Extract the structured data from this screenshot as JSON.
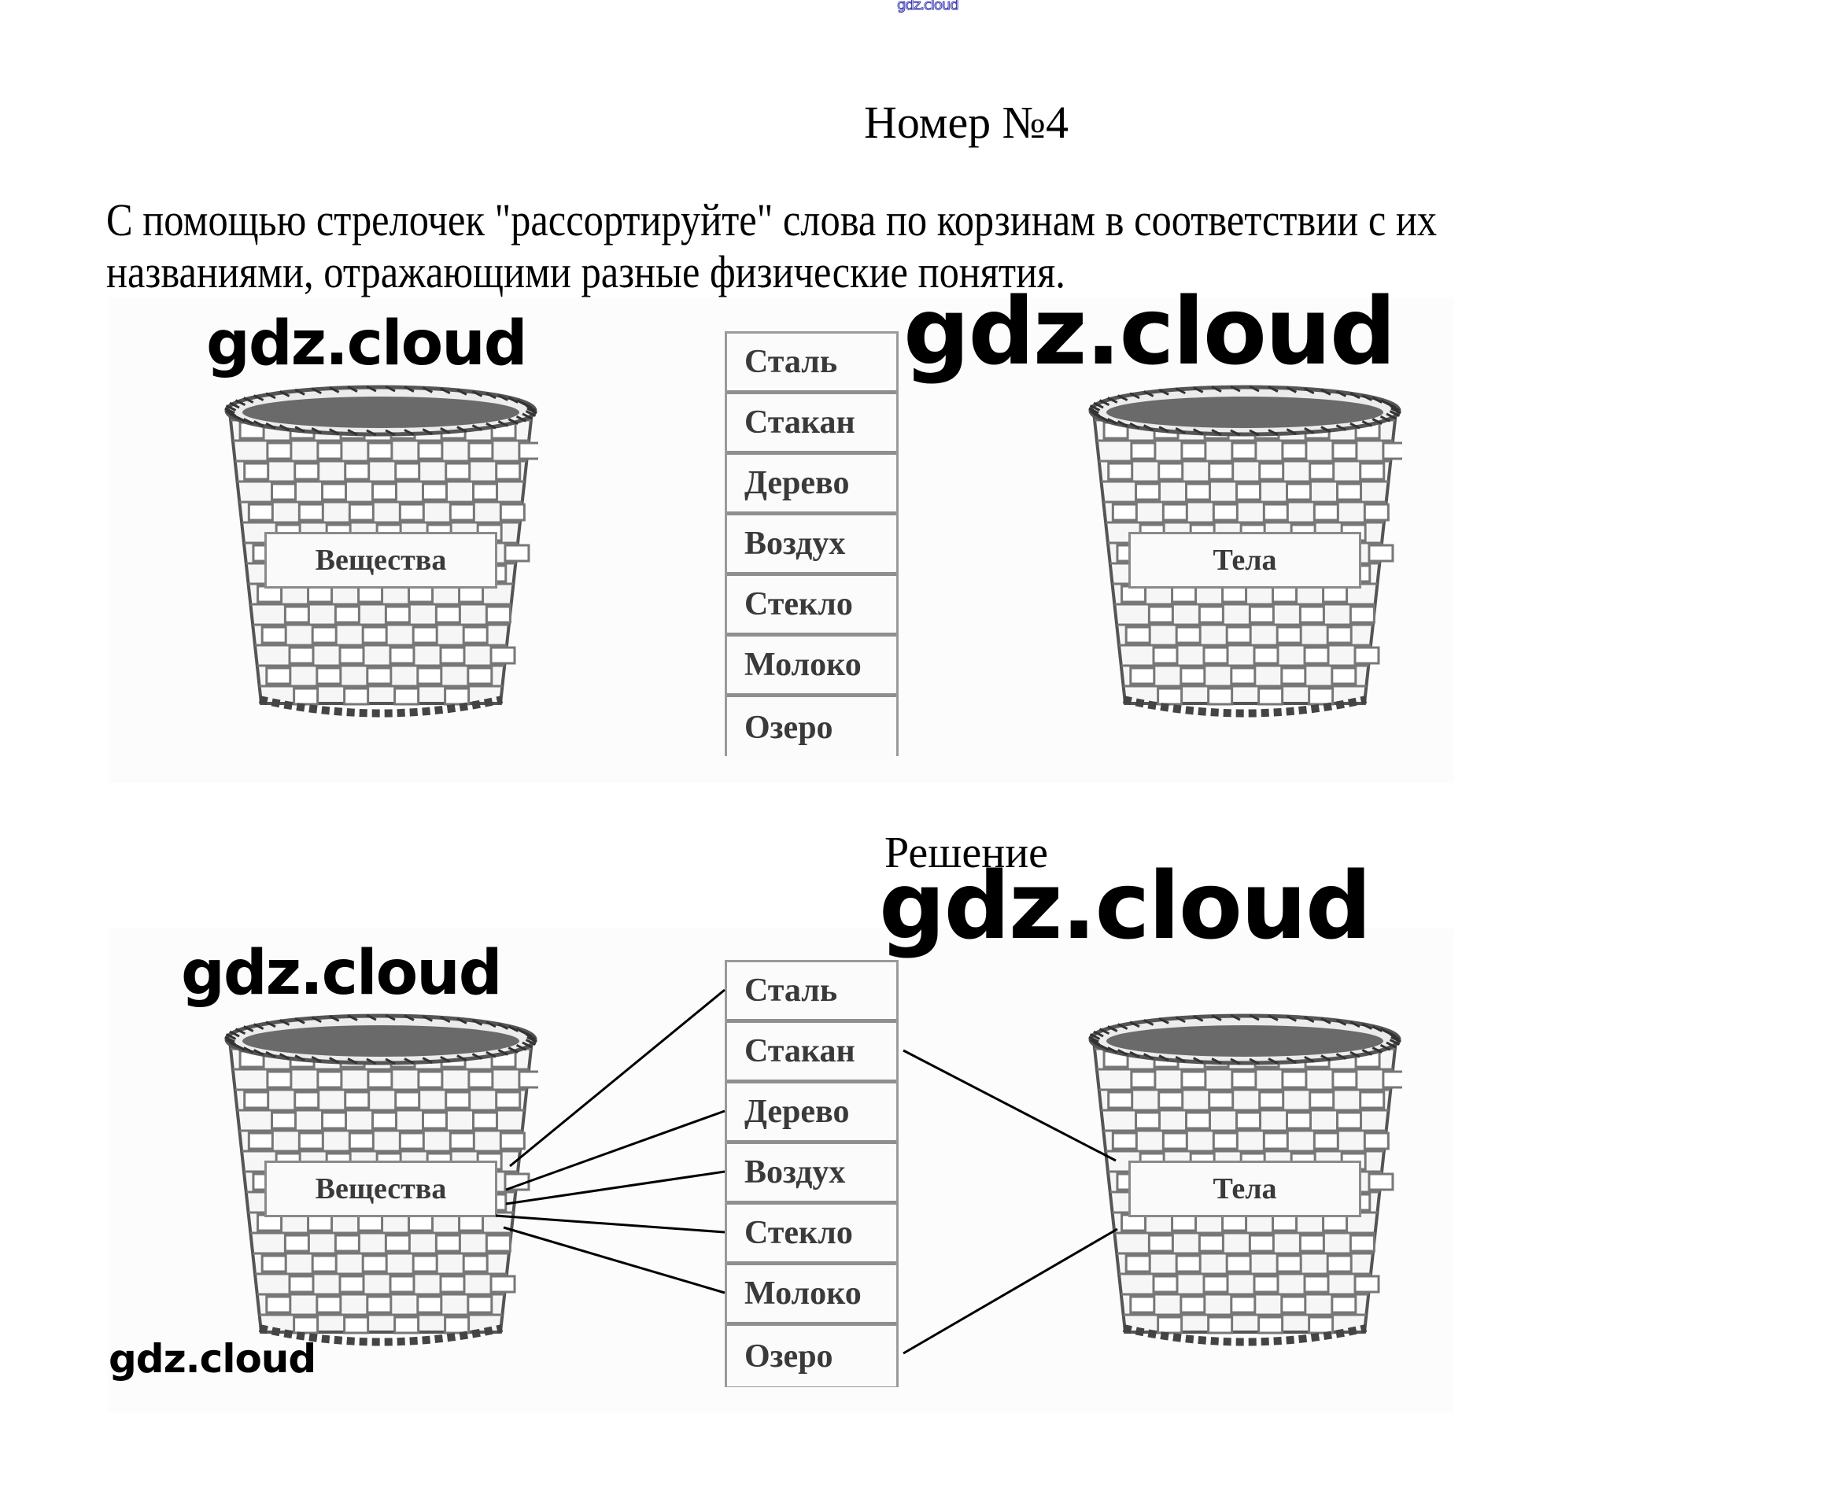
{
  "watermark_text": "gdz.cloud",
  "header": {
    "title": "Номер №4"
  },
  "task": {
    "instruction_line1": "С помощью стрелочек \"рассортируйте\" слова по корзинам в соответствии с их",
    "instruction_line2": "названиями, отражающими разные физические понятия."
  },
  "exercise": {
    "baskets": [
      {
        "label": "Вещества"
      },
      {
        "label": "Тела"
      }
    ],
    "words": [
      "Сталь",
      "Стакан",
      "Дерево",
      "Воздух",
      "Стекло",
      "Молоко",
      "Озеро"
    ]
  },
  "solution": {
    "title": "Решение",
    "matches": {
      "Вещества": [
        "Сталь",
        "Дерево",
        "Воздух",
        "Стекло",
        "Молоко"
      ],
      "Тела": [
        "Стакан",
        "Озеро"
      ]
    }
  }
}
